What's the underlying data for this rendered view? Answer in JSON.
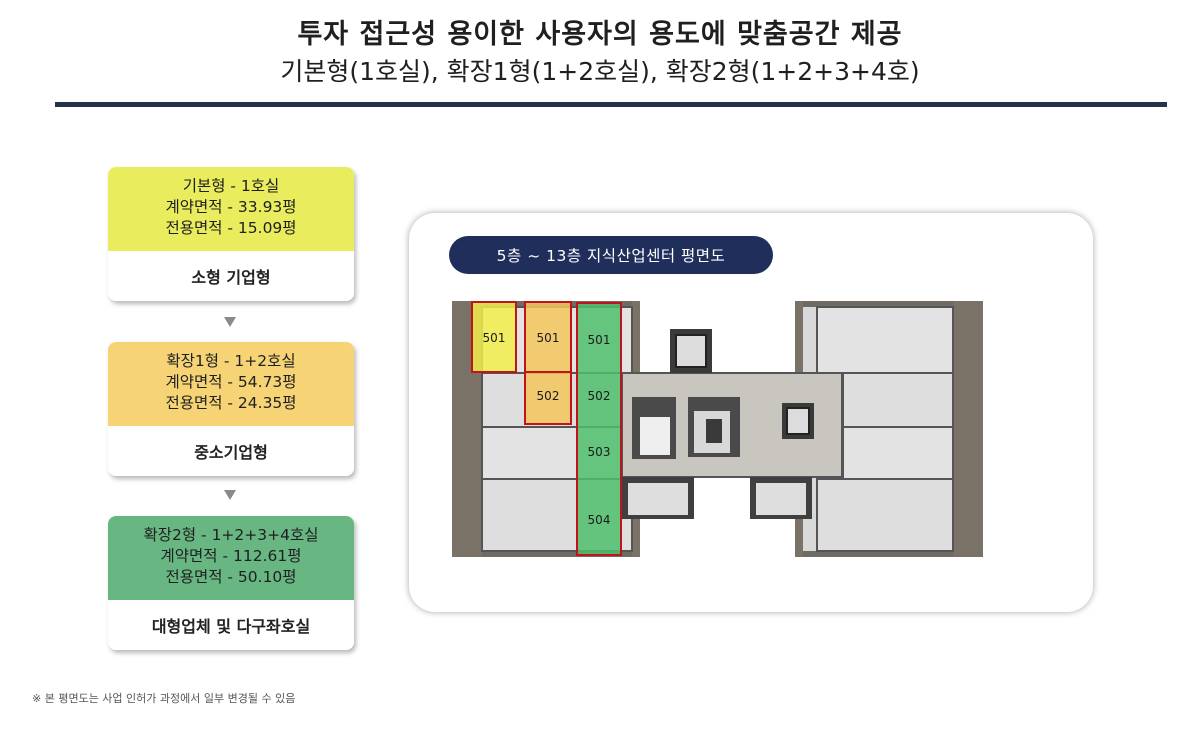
{
  "header": {
    "title": "투자 접근성 용이한 사용자의 용도에 맞춤공간 제공",
    "subtitle": "기본형(1호실), 확장1형(1+2호실), 확장2형(1+2+3+4호)"
  },
  "cards": [
    {
      "type_line": "기본형 - 1호실",
      "contract_area": "계약면적 - 33.93평",
      "exclusive_area": "전용면적 - 15.09평",
      "target": "소형 기업형",
      "color": "#e9ec5c"
    },
    {
      "type_line": "확장1형 - 1+2호실",
      "contract_area": "계약면적 - 54.73평",
      "exclusive_area": "전용면적 - 24.35평",
      "target": "중소기업형",
      "color": "#f6d475"
    },
    {
      "type_line": "확장2형 - 1+2+3+4호실",
      "contract_area": "계약면적 - 112.61평",
      "exclusive_area": "전용면적 - 50.10평",
      "target": "대형업체 및 다구좌호실",
      "color": "#68b783"
    }
  ],
  "floorplan": {
    "caption": "5층 ~  13층 지식산업센터 평면도",
    "units": {
      "basic_501": "501",
      "ext1_501": "501",
      "ext1_502": "502",
      "ext2_501": "501",
      "ext2_502": "502",
      "ext2_503": "503",
      "ext2_504": "504"
    },
    "highlight_colors": {
      "basic": "#f2ee4c",
      "ext1": "#f4c55c",
      "ext2": "#4fbf6c",
      "border": "#c0141c"
    }
  },
  "footnote": "※ 본 평면도는 사업 인허가 과정에서 일부 변경될 수 있음"
}
